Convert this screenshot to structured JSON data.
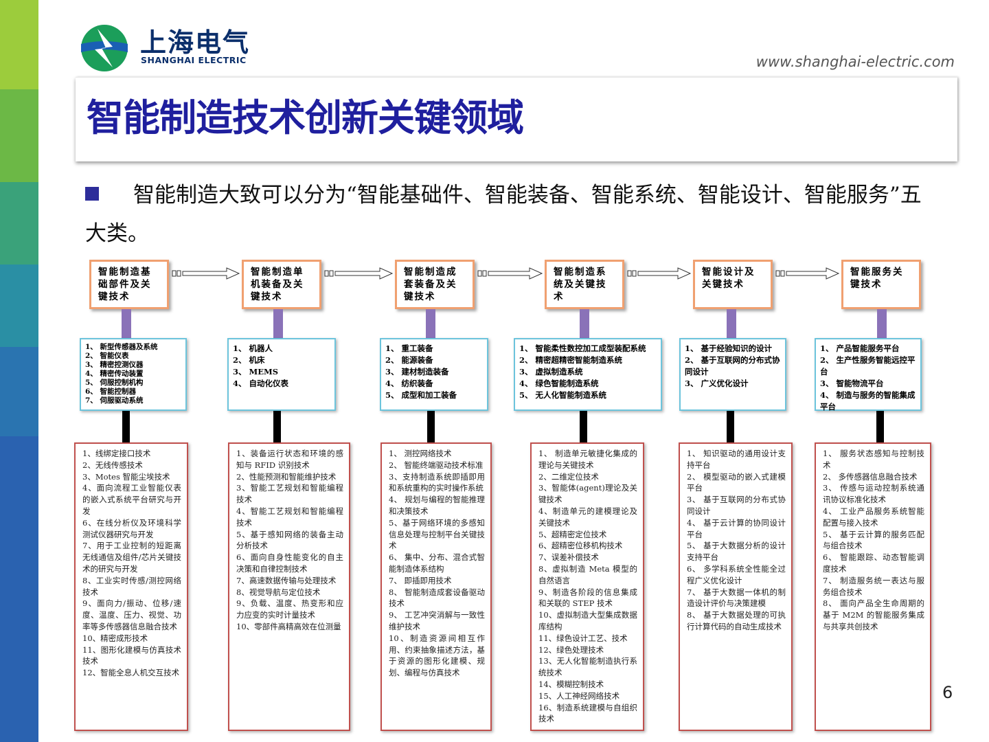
{
  "brand": {
    "name_cn": "上海电气",
    "name_en": "SHANGHAI ELECTRIC",
    "url": "www.shanghai-electric.com"
  },
  "colors": {
    "title": "#1f1f9e",
    "category_border": "#f0a070",
    "mid_border": "#6cc4dc",
    "low_border": "#c0504d",
    "connector": "#8a72b8"
  },
  "slide": {
    "title": "智能制造技术创新关键领域",
    "intro": "智能制造大致可以分为“智能基础件、智能装备、智能系统、智能设计、智能服务”五大类。",
    "page_number": "6"
  },
  "columns": [
    {
      "category": "智能制造基础部件及关键技术",
      "mid": [
        "1、 新型传感器及系统",
        "2、 智能仪表",
        "3、 精密控测仪器",
        "4、 精密传动装置",
        "5、 伺服控制机构",
        "6、 智能控制器",
        "7、 伺服驱动系统"
      ],
      "low": [
        "1、线绑定接口技术",
        "2、无线传感技术",
        "3、Motes 智能尘埃技术",
        "4、面向流程工业智能仪表的嵌入式系统平台研究与开发",
        "6、在线分析仪及环境科学测试仪器研究与开发",
        "7、用于工业控制的短距离无线通信及组件/芯片关键技术的研究与开发",
        "8、工业实时传感/测控网络技术",
        "9、面向力/振动、位移/速度、温度、压力、视觉、功率等多传感器信息融合技术",
        "10、精密成形技术",
        "11、图形化建模与仿真技术技术",
        "12、智能全息人机交互技术"
      ]
    },
    {
      "category": "智能制造单机装备及关键技术",
      "mid": [
        "1、 机器人",
        "2、 机床",
        "3、 MEMS",
        "4、 自动化仪表"
      ],
      "low": [
        "1、装备运行状态和环境的感知与 RFID 识别技术",
        "2、性能预测和智能维护技术",
        "3、智能工艺规划和智能编程技术",
        "4、智能工艺规划和智能编程技术",
        "5、基于感知网络的装备主动分析技术",
        "6、面向自身性能变化的自主决策和自律控制技术",
        "7、高速数据传输与处理技术",
        "8、视觉导航与定位技术",
        "9、负载、温度、热变形和应力应变的实时计量技术",
        "10、零部件高精高效在位测量"
      ]
    },
    {
      "category": "智能制造成套装备及关键技术",
      "mid": [
        "1、 重工装备",
        "2、 能源装备",
        "3、 建材制造装备",
        "4、 纺织装备",
        "5、 成型和加工装备"
      ],
      "low": [
        "1、 测控网络技术",
        "2、 智能终端驱动技术标准",
        "3、支持制造系统即插即用和系统重构的实时操作系统",
        "4、 规划与编程的智能推理和决策技术",
        "5、基于网络环境的多感知信息处理与控制平台关键技术",
        "6、 集中、分布、混合式智能制造体系结构",
        "7、 即插即用技术",
        "8、 智能制造成套设备驱动技术",
        "9、 工艺冲突消解与一致性维护技术",
        "10、制造资源间相互作用、约束抽象描述方法，基于资源的图形化建模、规划、编程与仿真技术"
      ]
    },
    {
      "category": "智能制造系统及关键技术",
      "mid": [
        "1、 智能柔性数控加工成型装配系统",
        "2、 精密超精密智能制造系统",
        "3、 虚拟制造系统",
        "4、 绿色智能制造系统",
        "5、 无人化智能制造系统"
      ],
      "low": [
        "1、 制造单元敏捷化集成的理论与关键技术",
        "2、二维定位技术",
        "3、智能体(agent)理论及关键技术",
        "4、制造单元的建模理论及关键技术",
        "5、超精密定位技术",
        "6、超精密位移机构技术",
        "7、误差补偿技术",
        "8、虚拟制造 Meta 模型的自然语言",
        "9、制造各阶段的信息集成和关联的 STEP 技术",
        "10、虚拟制造大型集成数据库结构",
        "11、绿色设计工艺、技术",
        "12、绿色处理技术",
        "13、无人化智能制造执行系统技术",
        "14、模糊控制技术",
        "15、人工神经网络技术",
        "16、制造系统建模与自组织技术"
      ]
    },
    {
      "category": "智能设计及关键技术",
      "mid": [
        "1、 基于经验知识的设计",
        "2、 基于互联网的分布式协同设计",
        "3、 广义优化设计"
      ],
      "low": [
        "1、 知识驱动的通用设计支持平台",
        "2、 模型驱动的嵌入式建模平台",
        "3、 基于互联网的分布式协同设计",
        "4、 基于云计算的协同设计平台",
        "5、 基于大数据分析的设计支持平台",
        "6、 多学科系统全性能全过程广义优化设计",
        "7、 基于大数据一体机的制造设计评价与决策建模",
        "8、 基于大数据处理的可执行计算代码的自动生成技术"
      ]
    },
    {
      "category": "智能服务关键技术",
      "mid": [
        "1、 产品智能服务平台",
        "2、 生产性服务智能远控平台",
        "3、 智能物流平台",
        "4、 制造与服务的智能集成平台"
      ],
      "low": [
        "1、 服务状态感知与控制技术",
        "2、 多传感器信息融合技术",
        "3、 传感与运动控制系统通讯协议标准化技术",
        "4、 工业产品服务系统智能配置与接入技术",
        "5、 基于云计算的服务匹配与组合技术",
        "6、 智能跟踪、动态智能调度技术",
        "7、 制造服务统一表达与服务组合技术",
        "8、 面向产品全生命周期的基于 M2M 的智能服务集成与共享共创技术"
      ]
    }
  ]
}
